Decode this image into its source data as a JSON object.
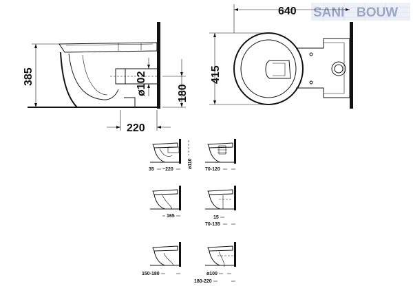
{
  "logo": {
    "text_sani": "SANI",
    "text_bouw": "BOUW",
    "color": "#9aa5c8"
  },
  "side_view": {
    "height_label": "385",
    "pipe_label": "ø102",
    "outlet_height_label": "180",
    "depth_label": "220"
  },
  "top_view": {
    "length_label": "640",
    "width_label": "415"
  },
  "variants": {
    "v1": {
      "left": "35",
      "right": "~220",
      "vertical": "ø110"
    },
    "v2": {
      "range": "70-120"
    },
    "v3": {
      "value": "165"
    },
    "v4": {
      "value": "15",
      "range": "70-135"
    },
    "v5": {
      "range": "150-180"
    },
    "v6": {
      "pipe": "ø100",
      "range": "180-220"
    }
  }
}
